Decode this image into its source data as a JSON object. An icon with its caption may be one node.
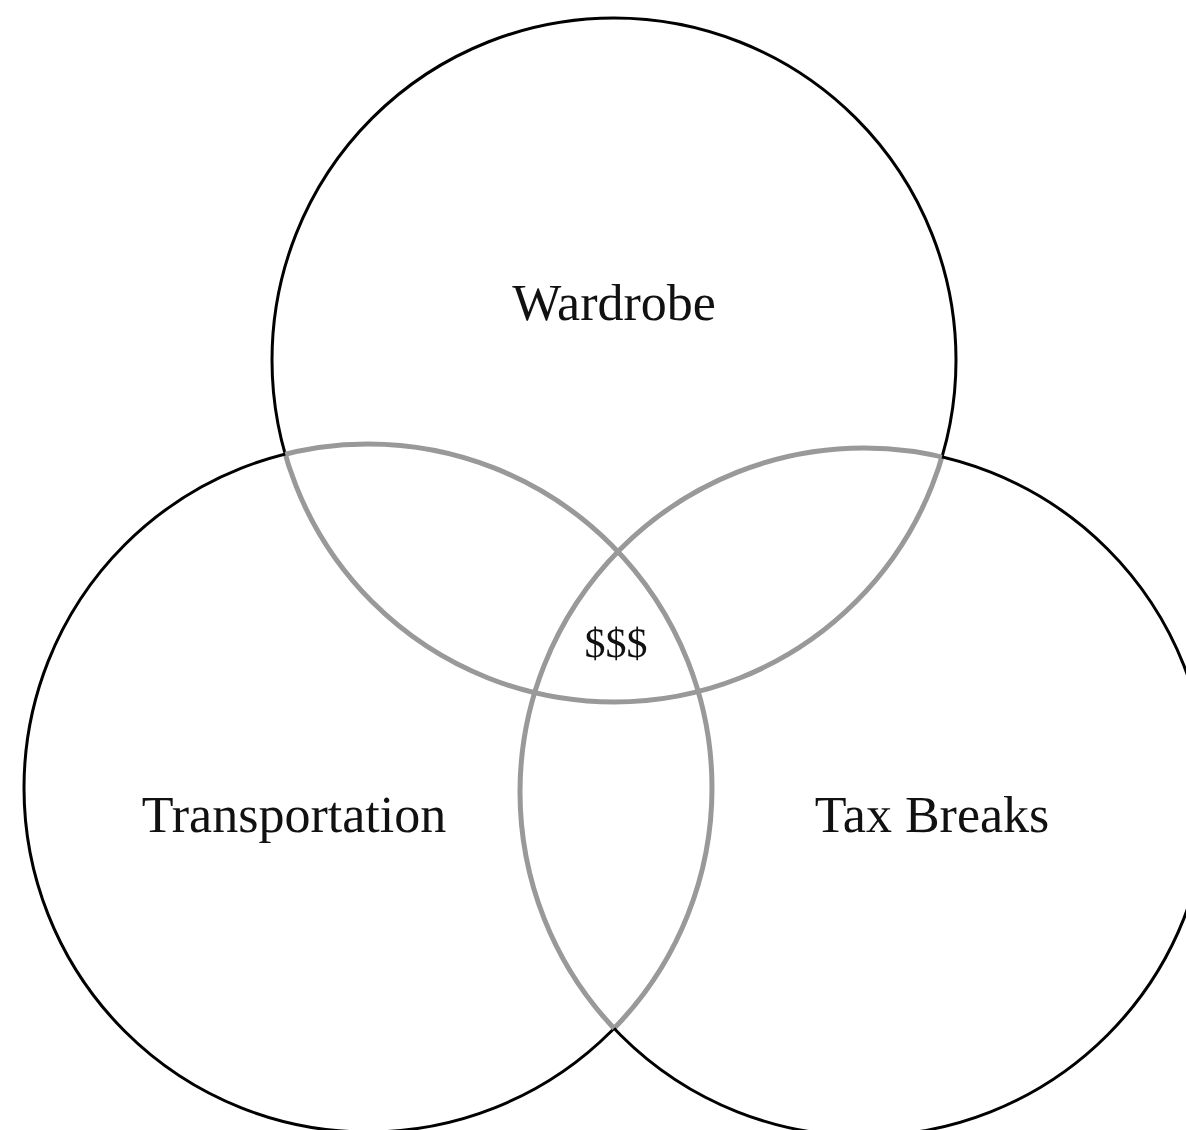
{
  "diagram": {
    "nodes": [
      {
        "text": [
          "Wardrobe"
        ]
      },
      {
        "text": [
          "Transportation"
        ]
      },
      {
        "text": [
          "Tax Breaks"
        ]
      }
    ],
    "labels": [
      "$$$"
    ]
  }
}
